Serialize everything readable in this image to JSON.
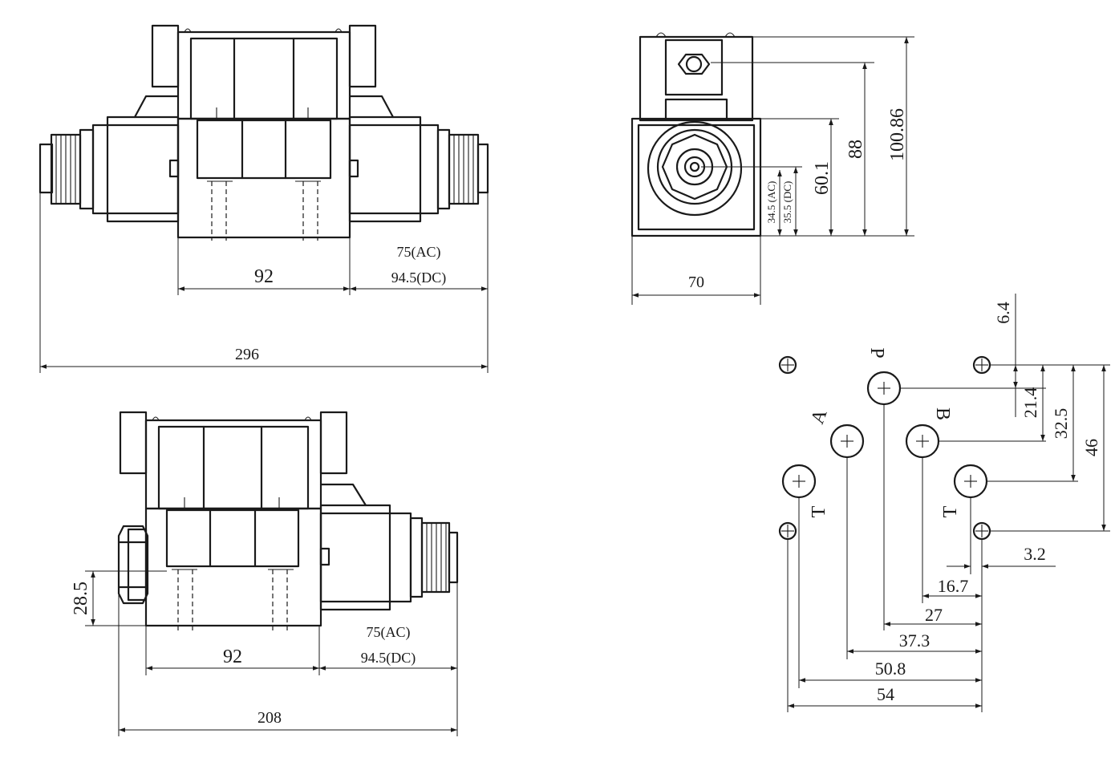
{
  "dimensions": {
    "front_pitch": "92",
    "front_ac_len": "75(AC)",
    "front_dc_len": "94.5(DC)",
    "front_total": "296",
    "side_width": "70",
    "side_h_1": "100.86",
    "side_h_2": "88",
    "side_h_3": "60.1",
    "side_h_ac": "34.5 (AC)",
    "side_h_dc": "35.5 (DC)",
    "bottom_pitch": "92",
    "bottom_ac_len": "75(AC)",
    "bottom_dc_len": "94.5(DC)",
    "bottom_total": "208",
    "bottom_height": "28.5",
    "port_v_1": "6.4",
    "port_v_2": "21.4",
    "port_v_3": "32.5",
    "port_v_4": "46",
    "port_h_1": "3.2",
    "port_h_2": "16.7",
    "port_h_3": "27",
    "port_h_4": "37.3",
    "port_h_5": "50.8",
    "port_h_6": "54"
  },
  "ports": {
    "p": "P",
    "a": "A",
    "b": "B",
    "t_left": "T",
    "t_right": "T"
  }
}
